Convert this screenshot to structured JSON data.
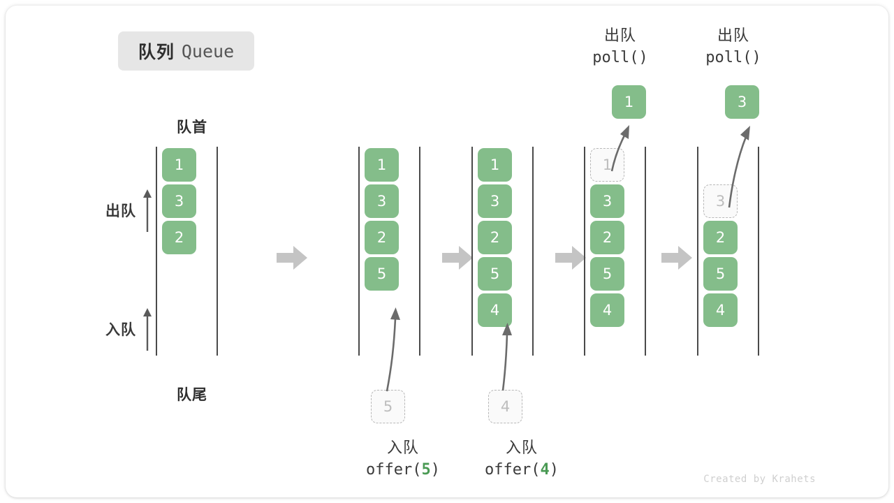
{
  "title": {
    "cn": "队列",
    "en": "Queue"
  },
  "labels": {
    "head": "队首",
    "tail": "队尾",
    "dequeue_side": "出队",
    "enqueue_side": "入队"
  },
  "colors": {
    "element": "#84bd8a",
    "element_text": "#ffffff",
    "ghost_border": "#b8b8b8",
    "ghost_text": "#bdbdbd",
    "rail": "#4a4a4a",
    "sep_arrow": "#c4c4c4",
    "motion_arrow": "#6b6b6b",
    "badge_bg": "#e6e6e6",
    "text": "#3a3a3a",
    "code_number": "#4a9a54"
  },
  "columns": [
    {
      "id": "initial",
      "cells": [
        {
          "value": "1",
          "state": "filled"
        },
        {
          "value": "3",
          "state": "filled"
        },
        {
          "value": "2",
          "state": "filled"
        }
      ]
    },
    {
      "id": "after-offer-5",
      "cells": [
        {
          "value": "1",
          "state": "filled"
        },
        {
          "value": "3",
          "state": "filled"
        },
        {
          "value": "2",
          "state": "filled"
        },
        {
          "value": "5",
          "state": "filled"
        }
      ],
      "incoming": {
        "value": "5",
        "state": "ghost"
      }
    },
    {
      "id": "after-offer-4",
      "cells": [
        {
          "value": "1",
          "state": "filled"
        },
        {
          "value": "3",
          "state": "filled"
        },
        {
          "value": "2",
          "state": "filled"
        },
        {
          "value": "5",
          "state": "filled"
        },
        {
          "value": "4",
          "state": "filled"
        }
      ],
      "incoming": {
        "value": "4",
        "state": "ghost"
      }
    },
    {
      "id": "after-poll-1",
      "cells": [
        {
          "value": "1",
          "state": "ghost"
        },
        {
          "value": "3",
          "state": "filled"
        },
        {
          "value": "2",
          "state": "filled"
        },
        {
          "value": "5",
          "state": "filled"
        },
        {
          "value": "4",
          "state": "filled"
        }
      ],
      "popped": {
        "value": "1",
        "state": "filled"
      }
    },
    {
      "id": "after-poll-3",
      "cells": [
        {
          "value": "",
          "state": "empty"
        },
        {
          "value": "3",
          "state": "ghost"
        },
        {
          "value": "2",
          "state": "filled"
        },
        {
          "value": "5",
          "state": "filled"
        },
        {
          "value": "4",
          "state": "filled"
        }
      ],
      "popped": {
        "value": "3",
        "state": "filled"
      }
    }
  ],
  "captions": {
    "offer5": {
      "cn": "入队",
      "code_prefix": "offer(",
      "code_value": "5",
      "code_suffix": ")"
    },
    "offer4": {
      "cn": "入队",
      "code_prefix": "offer(",
      "code_value": "4",
      "code_suffix": ")"
    },
    "poll1": {
      "cn": "出队",
      "code": "poll()"
    },
    "poll2": {
      "cn": "出队",
      "code": "poll()"
    }
  },
  "footer": "Created by Krahets"
}
